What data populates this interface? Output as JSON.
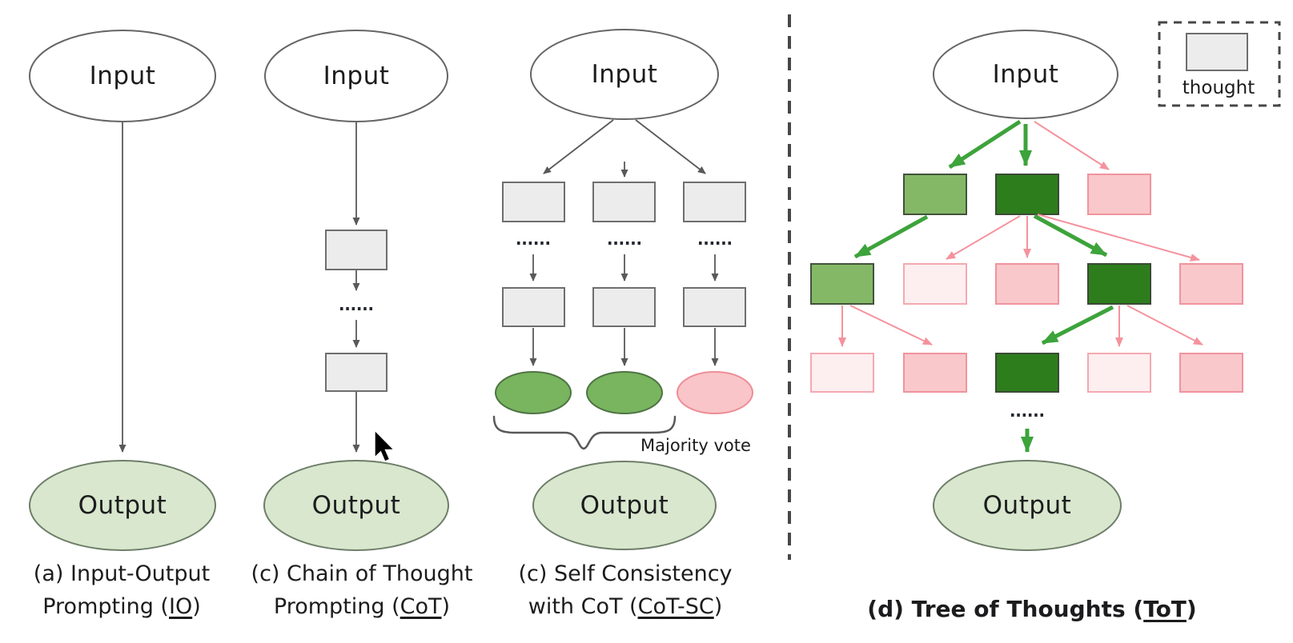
{
  "colors": {
    "background": "#ffffff",
    "text": "#1c1c1e",
    "stroke_gray": "#666666",
    "arrow_gray": "#595959",
    "box_gray_fill": "#ececec",
    "box_gray_stroke": "#6e6e6e",
    "output_fill": "#d8e7cd",
    "output_stroke": "#6e7e69",
    "green_box_fill": "#84b866",
    "green_box_stroke": "#42523b",
    "dark_green_fill": "#2e7d1d",
    "dark_green_stroke": "#3b4a35",
    "pink_fill": "#f9c8cb",
    "pink_stroke": "#ef949d",
    "pink_light_fill": "#fdeef0",
    "pink_light_stroke": "#f3aab1",
    "green_ellipse_fill": "#79b45e",
    "green_ellipse_stroke": "#4e7343",
    "pink_ellipse_fill": "#f9c5c8",
    "pink_ellipse_stroke": "#ee8d96",
    "arrow_green": "#3da33b",
    "arrow_pink": "#f4939d",
    "divider": "#474747",
    "dots": "#23262e"
  },
  "legend": {
    "label": "thought"
  },
  "panels": {
    "a": {
      "input": "Input",
      "output": "Output",
      "caption1": "(a) Input-Output",
      "caption2_pre": "Prompting (",
      "caption2_abbr": "IO",
      "caption2_post": ")"
    },
    "b": {
      "input": "Input",
      "output": "Output",
      "caption1": "(c) Chain of Thought",
      "caption2_pre": "Prompting (",
      "caption2_abbr": "CoT",
      "caption2_post": ")"
    },
    "c": {
      "input": "Input",
      "output": "Output",
      "majority_vote": "Majority vote",
      "caption1": "(c) Self Consistency",
      "caption2_pre": "with CoT (",
      "caption2_abbr": "CoT-SC",
      "caption2_post": ")"
    },
    "d": {
      "input": "Input",
      "output": "Output",
      "caption_pre": "(d) Tree of Thoughts (",
      "caption_abbr": "ToT",
      "caption_post": ")"
    }
  }
}
